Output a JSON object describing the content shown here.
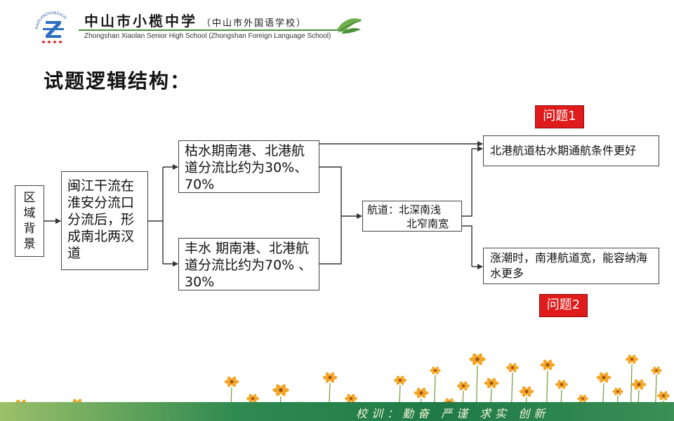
{
  "header": {
    "school_name_cn": "中山市小榄中学",
    "school_name_cn_sub": "（中山市外国语学校）",
    "school_name_en": "Zhongshan Xiaolan Senior High School  (Zhongshan Foreign Language School)",
    "logo_text": "XIAOLANZHONGXUE",
    "accent_color": "#4a8f3c"
  },
  "slide": {
    "title": "试题逻辑结构："
  },
  "diagram": {
    "region": [
      "区",
      "域",
      "背",
      "景"
    ],
    "minjiang": "闽江干流在淮安分流口分流后，形成南北两汊道",
    "dry_season": "枯水期南港、北港航道分流比约为30%、70%",
    "wet_season": "丰水 期南港、北港航道分流比约为70% 、30%",
    "channel_line1": "航道：北深南浅",
    "channel_line2": "北窄南宽",
    "north_channel": "北港航道枯水期通航条件更好",
    "tide": "涨潮时，南港航道宽，能容纳海水更多",
    "q1": "问题1",
    "q2": "问题2",
    "tag_color": "#e01b1b"
  },
  "footer": {
    "motto": "校训：勤奋  严谨  求实  创新",
    "band_color": "#1f7a47"
  }
}
